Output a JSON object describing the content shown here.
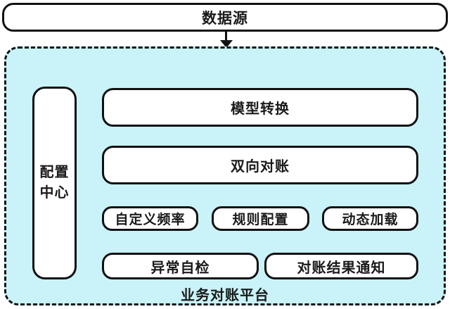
{
  "diagram": {
    "source": {
      "label": "数据源"
    },
    "platform": {
      "label": "业务对账平台"
    },
    "config_center": {
      "line1": "配置",
      "line2": "中心"
    },
    "modules": {
      "model_conversion": "模型转换",
      "bidirectional_reconciliation": "双向对账",
      "custom_frequency": "自定义频率",
      "rule_config": "规则配置",
      "dynamic_loading": "动态加载",
      "exception_self_check": "异常自检",
      "reconciliation_result_notice": "对账结果通知"
    },
    "colors": {
      "platform_background": "#c9f3f8",
      "box_background": "#ffffff",
      "border": "#111111"
    }
  }
}
